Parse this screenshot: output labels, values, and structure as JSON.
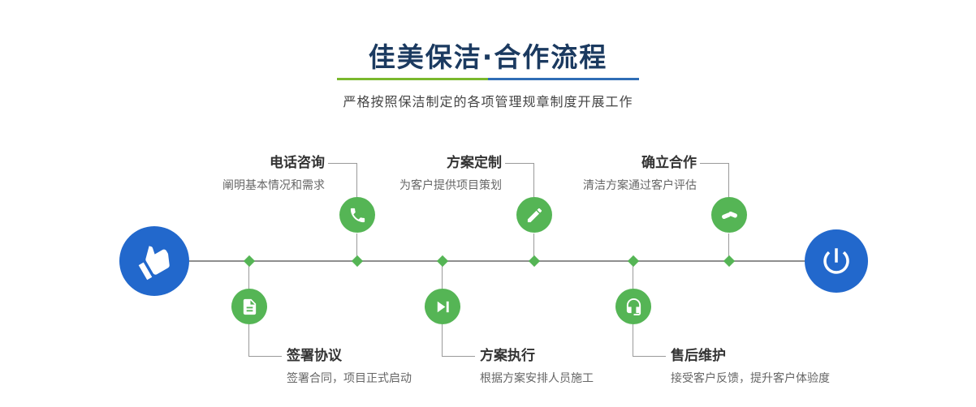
{
  "header": {
    "title": "佳美保洁·合作流程",
    "subtitle": "严格按照保洁制定的各项管理规章制度开展工作"
  },
  "colors": {
    "accent_green": "#55b555",
    "accent_blue": "#2268cc",
    "title_navy": "#1b3a60",
    "divider_green": "#7ab82d",
    "divider_blue": "#2f6db5",
    "line_gray": "#8f8f8f"
  },
  "endpoints": {
    "start_icon": "pointing-hand-icon",
    "end_icon": "power-icon"
  },
  "steps_top": [
    {
      "title": "电话咨询",
      "desc": "阐明基本情况和需求",
      "icon": "phone-icon"
    },
    {
      "title": "方案定制",
      "desc": "为客户提供项目策划",
      "icon": "pencil-icon"
    },
    {
      "title": "确立合作",
      "desc": "清洁方案通过客户评估",
      "icon": "handshake-icon"
    }
  ],
  "steps_bottom": [
    {
      "title": "签署协议",
      "desc": "签署合同，项目正式启动",
      "icon": "document-icon"
    },
    {
      "title": "方案执行",
      "desc": "根据方案安排人员施工",
      "icon": "play-icon"
    },
    {
      "title": "售后维护",
      "desc": "接受客户反馈，提升客户体验度",
      "icon": "headset-icon"
    }
  ]
}
